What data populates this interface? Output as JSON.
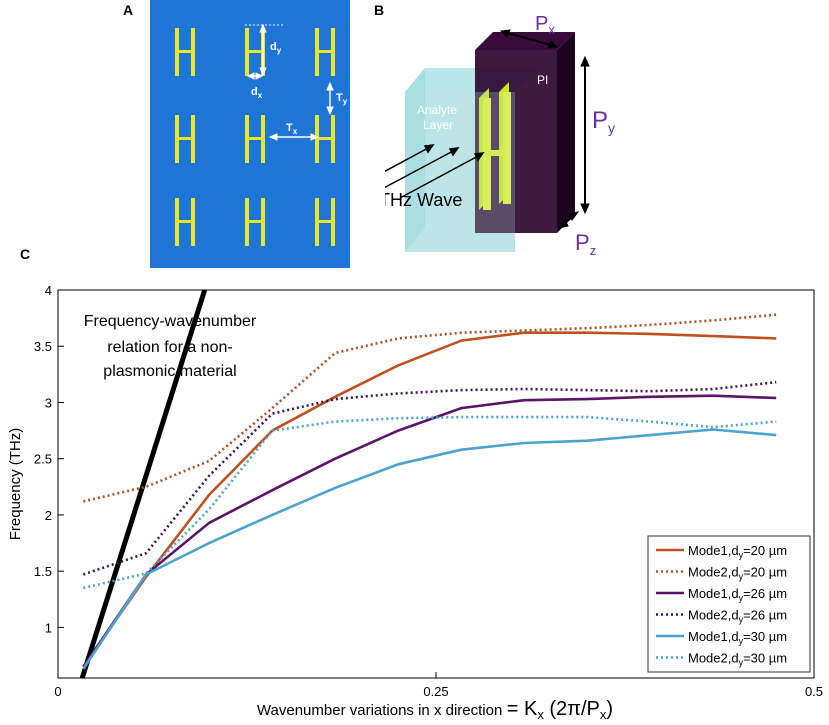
{
  "panels": {
    "a_letter": "A",
    "b_letter": "B",
    "c_letter": "C"
  },
  "panel_a": {
    "background": "#1f74d8",
    "metal_color": "#e8e62a",
    "labels": {
      "dy": "d",
      "dy_sub": "y",
      "dx": "d",
      "dx_sub": "x",
      "ty": "T",
      "ty_sub": "y",
      "tx": "T",
      "tx_sub": "x"
    }
  },
  "panel_b": {
    "px": "P",
    "px_sub": "x",
    "py": "P",
    "py_sub": "y",
    "pz": "P",
    "pz_sub": "z",
    "pi_label": "PI",
    "analyte_line1": "Analyte",
    "analyte_line2": "Layer",
    "wave_label": "THz Wave",
    "label_color": "#6b2fa0"
  },
  "chart_data": {
    "type": "line",
    "xlabel_prefix": "Wavenumber variations in x direction",
    "xlabel_eq": "= K",
    "xlabel_sub": "x",
    "xlabel_rest": " (2π/P",
    "xlabel_sub2": "x",
    "xlabel_end": ")",
    "ylabel": "Frequency (THz)",
    "xlim": [
      0,
      0.5
    ],
    "ylim": [
      0.55,
      4.0
    ],
    "xticks": [
      {
        "v": 0,
        "label": "0"
      },
      {
        "v": 0.25,
        "label": "0.25"
      },
      {
        "v": 0.5,
        "label": "0.5"
      }
    ],
    "yticks": [
      {
        "v": 1,
        "label": "1"
      },
      {
        "v": 1.5,
        "label": "1.5"
      },
      {
        "v": 2,
        "label": "2"
      },
      {
        "v": 2.5,
        "label": "2.5"
      },
      {
        "v": 3,
        "label": "3"
      },
      {
        "v": 3.5,
        "label": "3.5"
      },
      {
        "v": 4,
        "label": "4"
      }
    ],
    "annotation_lines": [
      "Frequency-wavenumber",
      "relation for a non-",
      "plasmonic material"
    ],
    "light_line": {
      "x": [
        0.016,
        0.097
      ],
      "y": [
        0.55,
        4.0
      ],
      "color": "#000000"
    },
    "legend_position": "bottom-right",
    "series": [
      {
        "name": "Mode1,d",
        "name_sub": "y",
        "name_rest": "=20 µm",
        "color": "#c0501e",
        "dash": false,
        "x": [
          0.0167,
          0.0583,
          0.1,
          0.1417,
          0.1833,
          0.225,
          0.2667,
          0.3083,
          0.35,
          0.3917,
          0.4333,
          0.475
        ],
        "y": [
          0.65,
          1.45,
          2.18,
          2.75,
          3.05,
          3.33,
          3.55,
          3.62,
          3.62,
          3.61,
          3.59,
          3.57
        ]
      },
      {
        "name": "Mode2,d",
        "name_sub": "y",
        "name_rest": "=20 µm",
        "color": "#a85228",
        "dash": true,
        "x": [
          0.0167,
          0.0583,
          0.1,
          0.1417,
          0.1833,
          0.225,
          0.2667,
          0.3083,
          0.35,
          0.3917,
          0.4333,
          0.475
        ],
        "y": [
          2.12,
          2.25,
          2.48,
          2.95,
          3.44,
          3.57,
          3.62,
          3.64,
          3.66,
          3.69,
          3.73,
          3.78
        ]
      },
      {
        "name": "Mode1,d",
        "name_sub": "y",
        "name_rest": "=26 µm",
        "color": "#5a1566",
        "dash": false,
        "x": [
          0.0167,
          0.0583,
          0.1,
          0.1417,
          0.1833,
          0.225,
          0.2667,
          0.3083,
          0.35,
          0.3917,
          0.4333,
          0.475
        ],
        "y": [
          0.65,
          1.47,
          1.93,
          2.22,
          2.5,
          2.75,
          2.95,
          3.02,
          3.03,
          3.05,
          3.06,
          3.04
        ]
      },
      {
        "name": "Mode2,d",
        "name_sub": "y",
        "name_rest": "=26 µm",
        "color": "#3f1452",
        "dash": true,
        "x": [
          0.0167,
          0.0583,
          0.1,
          0.1417,
          0.1833,
          0.225,
          0.2667,
          0.3083,
          0.35,
          0.3917,
          0.4333,
          0.475
        ],
        "y": [
          1.47,
          1.66,
          2.35,
          2.9,
          3.03,
          3.08,
          3.11,
          3.12,
          3.11,
          3.1,
          3.12,
          3.18
        ]
      },
      {
        "name": "Mode1,d",
        "name_sub": "y",
        "name_rest": "=30 µm",
        "color": "#4ba3cf",
        "dash": false,
        "x": [
          0.0167,
          0.0583,
          0.1,
          0.1417,
          0.1833,
          0.225,
          0.2667,
          0.3083,
          0.35,
          0.3917,
          0.4333,
          0.475
        ],
        "y": [
          0.63,
          1.47,
          1.75,
          2.0,
          2.24,
          2.45,
          2.58,
          2.64,
          2.66,
          2.71,
          2.76,
          2.71
        ]
      },
      {
        "name": "Mode2,d",
        "name_sub": "y",
        "name_rest": "=30 µm",
        "color": "#4ba3cf",
        "dash": true,
        "x": [
          0.0167,
          0.0583,
          0.1,
          0.1417,
          0.1833,
          0.225,
          0.2667,
          0.3083,
          0.35,
          0.3917,
          0.4333,
          0.475
        ],
        "y": [
          1.35,
          1.48,
          2.05,
          2.75,
          2.83,
          2.86,
          2.87,
          2.87,
          2.87,
          2.83,
          2.78,
          2.83
        ]
      }
    ]
  }
}
